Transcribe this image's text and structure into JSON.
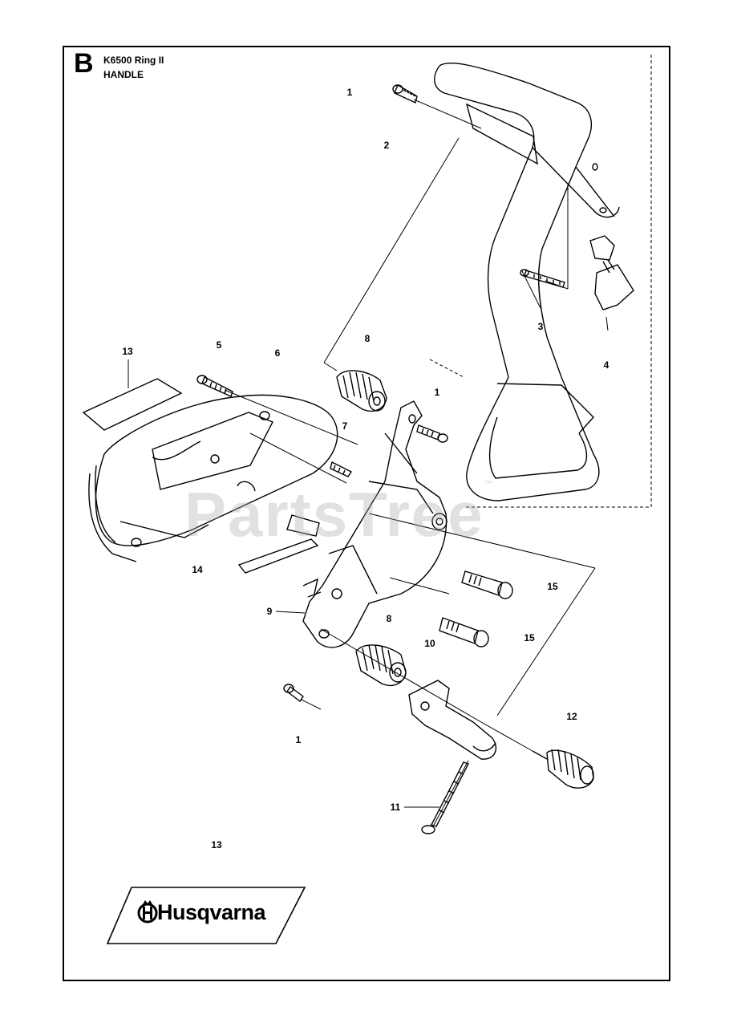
{
  "header": {
    "section_letter": "B",
    "model": "K6500 Ring II",
    "title": "HANDLE"
  },
  "watermark": {
    "text": "PartsTree",
    "mark": "™"
  },
  "brand": {
    "name": "Husqvarna",
    "icon": "husqvarna-crown-h-logo"
  },
  "callouts": [
    {
      "id": "c1a",
      "label": "1"
    },
    {
      "id": "c2",
      "label": "2"
    },
    {
      "id": "c3",
      "label": "3"
    },
    {
      "id": "c4",
      "label": "4"
    },
    {
      "id": "c5",
      "label": "5"
    },
    {
      "id": "c6",
      "label": "6"
    },
    {
      "id": "c8a",
      "label": "8"
    },
    {
      "id": "c1b",
      "label": "1"
    },
    {
      "id": "c7",
      "label": "7"
    },
    {
      "id": "c13a",
      "label": "13"
    },
    {
      "id": "c14",
      "label": "14"
    },
    {
      "id": "c15a",
      "label": "15"
    },
    {
      "id": "c9",
      "label": "9"
    },
    {
      "id": "c8b",
      "label": "8"
    },
    {
      "id": "c10",
      "label": "10"
    },
    {
      "id": "c15b",
      "label": "15"
    },
    {
      "id": "c12",
      "label": "12"
    },
    {
      "id": "c1c",
      "label": "1"
    },
    {
      "id": "c11",
      "label": "11"
    },
    {
      "id": "c13b",
      "label": "13"
    }
  ]
}
